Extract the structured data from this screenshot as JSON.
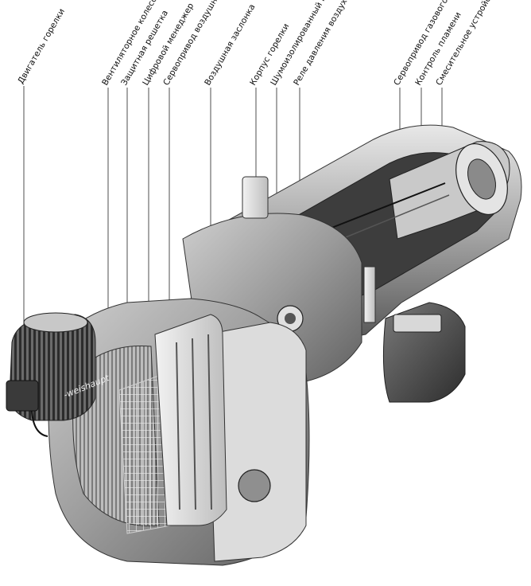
{
  "labels": [
    "Двигатель горелки",
    "Вентиляторное колесо",
    "Защитная решетка",
    "Цифровой менеджер",
    "Сервопривод воздушной заслонки",
    "Воздушная заслонка",
    "Корпус горелки",
    "Шумоизолированный корпус",
    "Реле давления воздуха",
    "Сервопривод газового дросселя",
    "Контроль пламени",
    "Смесительное устройство"
  ],
  "brand": "weishaupt"
}
